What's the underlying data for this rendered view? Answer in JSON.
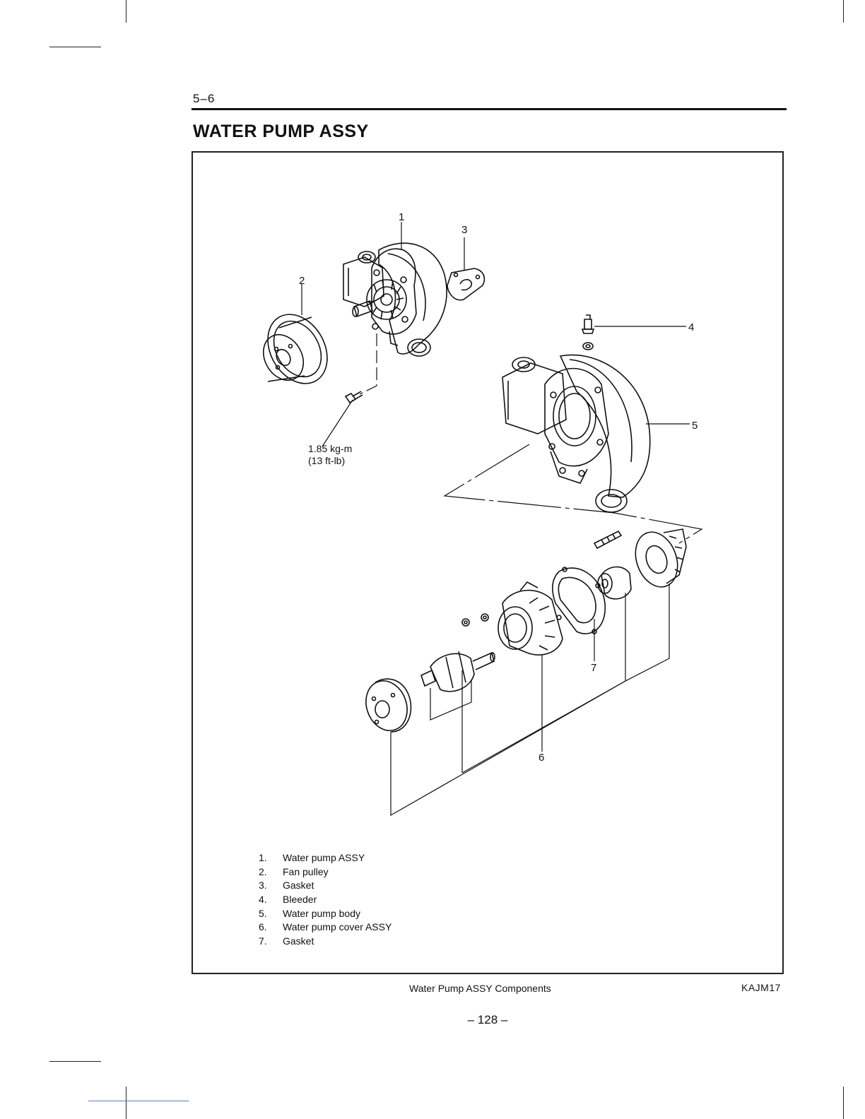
{
  "header": {
    "section_number": "5–6",
    "title": "WATER PUMP ASSY"
  },
  "figure": {
    "callouts": [
      "1",
      "2",
      "3",
      "4",
      "5",
      "6",
      "7"
    ],
    "torque": {
      "metric": "1.85 kg-m",
      "imperial": "(13 ft-lb)"
    },
    "legend": [
      {
        "num": "1.",
        "label": "Water pump ASSY"
      },
      {
        "num": "2.",
        "label": "Fan pulley"
      },
      {
        "num": "3.",
        "label": "Gasket"
      },
      {
        "num": "4.",
        "label": "Bleeder"
      },
      {
        "num": "5.",
        "label": "Water pump body"
      },
      {
        "num": "6.",
        "label": "Water pump cover ASSY"
      },
      {
        "num": "7.",
        "label": "Gasket"
      }
    ],
    "caption": "Water Pump ASSY Components",
    "code": "KAJM17"
  },
  "footer": {
    "page_number": "– 128 –"
  }
}
